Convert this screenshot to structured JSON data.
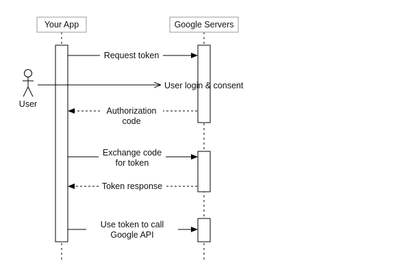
{
  "participants": {
    "app": "Your App",
    "servers": "Google Servers"
  },
  "actor": {
    "name": "User"
  },
  "messages": {
    "request_token": "Request token",
    "user_login": "User login & consent",
    "auth_code_1": "Authorization",
    "auth_code_2": "code",
    "exchange_1": "Exchange code",
    "exchange_2": "for token",
    "token_response": "Token response",
    "use_token_1": "Use token to call",
    "use_token_2": "Google API"
  }
}
